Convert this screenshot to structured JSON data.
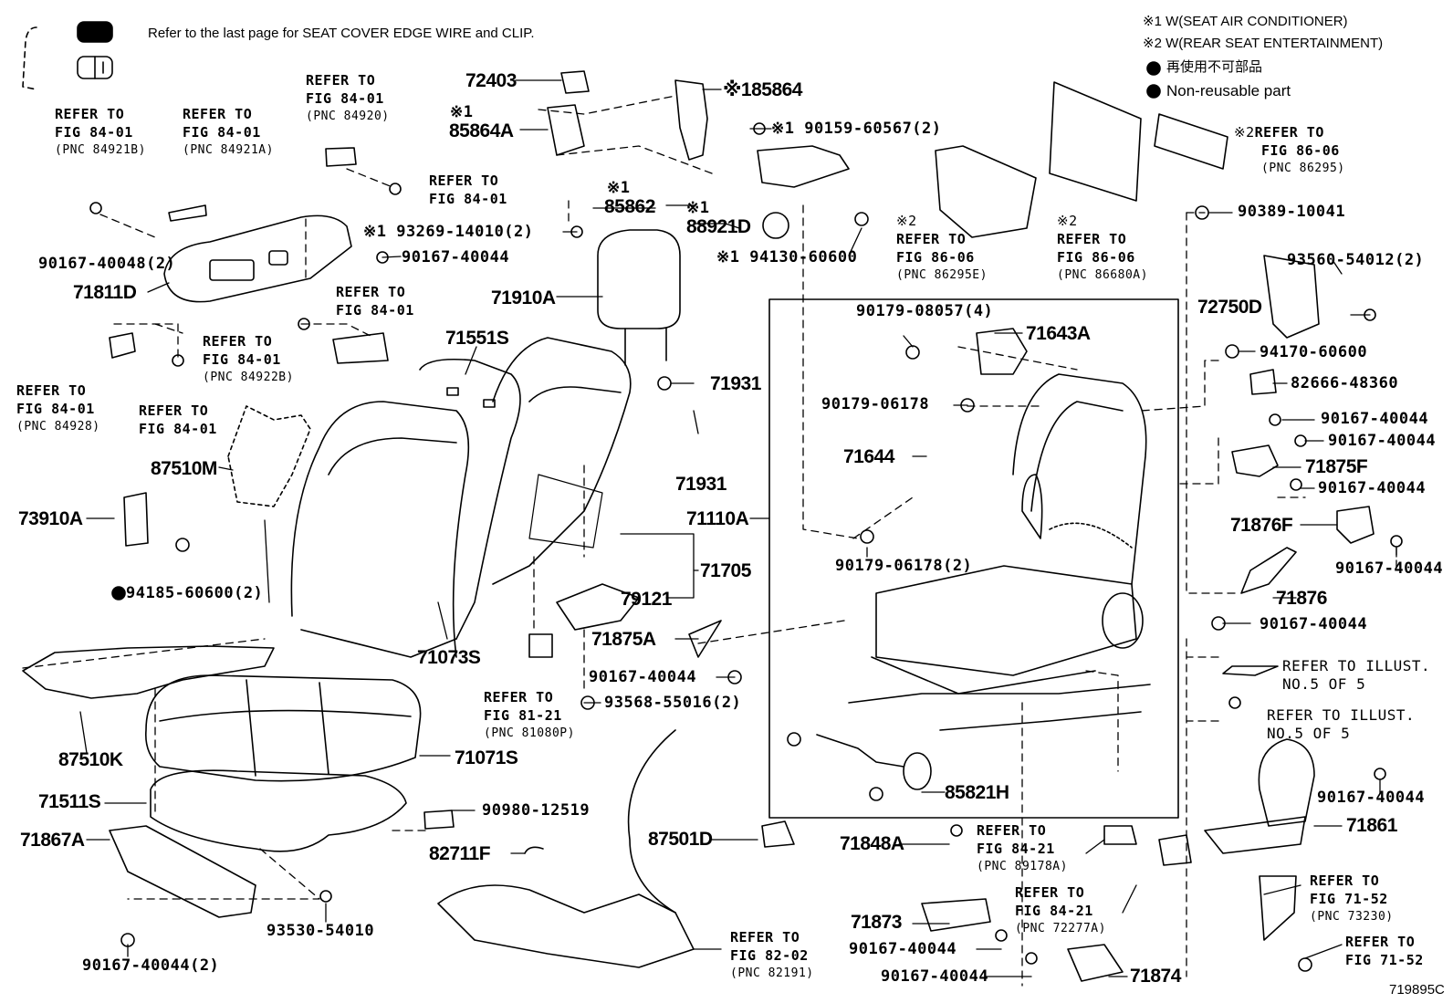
{
  "header": {
    "note": "Refer to the last page for SEAT COVER EDGE WIRE and CLIP.",
    "legend": [
      "※1 W(SEAT AIR CONDITIONER)",
      "※2 W(REAR SEAT ENTERTAINMENT)",
      "再使用不可部品",
      "Non-reusable part"
    ]
  },
  "illustration_id": "719895C",
  "parts": {
    "p72403": "72403",
    "p85864": "※185864",
    "p85864a_pre": "※1",
    "p85864a": "85864A",
    "p90159": "※1 90159-60567(2)",
    "p85862_pre": "※1",
    "p85862": "85862",
    "p88921_pre": "※1",
    "p88921": "88921D",
    "p93269": "※1 93269-14010(2)",
    "p94130": "※1 94130-60600",
    "p90167_a": "90167-40044",
    "p90167_48": "90167-40048(2)",
    "p71811": "71811D",
    "p71910": "71910A",
    "p71551": "71551S",
    "p71931a": "71931",
    "p71931b": "71931",
    "p87510m": "87510M",
    "p73910": "73910A",
    "p94185": "94185-60600(2)",
    "p71110": "71110A",
    "p71705": "71705",
    "p79121": "79121",
    "p71073": "71073S",
    "p71875a": "71875A",
    "p90167_b": "90167-40044",
    "p93568": "93568-55016(2)",
    "p87510k": "87510K",
    "p71071": "71071S",
    "p71511": "71511S",
    "p90980": "90980-12519",
    "p71867": "71867A",
    "p82711": "82711F",
    "p87501": "87501D",
    "p93530": "93530-54010",
    "p90167_c": "90167-40044(2)",
    "p90179_a": "90179-08057(4)",
    "p71643": "71643A",
    "p90179_b": "90179-06178",
    "p71644": "71644",
    "p90179_c": "90179-06178(2)",
    "p85821": "85821H",
    "p71848": "71848A",
    "p71873": "71873",
    "p90167_d": "90167-40044",
    "p90167_e": "90167-40044",
    "p71874": "71874",
    "p90389": "90389-10041",
    "p93560": "93560-54012(2)",
    "p72750": "72750D",
    "p94170": "94170-60600",
    "p82666": "82666-48360",
    "p90167_f": "90167-40044",
    "p90167_g": "90167-40044",
    "p71875f": "71875F",
    "p90167_h": "90167-40044",
    "p71876f": "71876F",
    "p90167_i": "90167-40044",
    "p71876": "71876",
    "p90167_j": "90167-40044",
    "p90167_k": "90167-40044",
    "p71861": "71861"
  },
  "refs": {
    "r1": {
      "l1": "REFER TO",
      "l2": "FIG 84-01",
      "pnc": "(PNC 84921B)"
    },
    "r2": {
      "l1": "REFER TO",
      "l2": "FIG 84-01",
      "pnc": "(PNC 84921A)"
    },
    "r3": {
      "l1": "REFER TO",
      "l2": "FIG 84-01",
      "pnc": "(PNC 84920)"
    },
    "r4": {
      "l1": "REFER TO",
      "l2": "FIG 84-01"
    },
    "r5": {
      "l1": "REFER TO",
      "l2": "FIG 84-01"
    },
    "r6": {
      "l1": "REFER TO",
      "l2": "FIG 84-01",
      "pnc": "(PNC 84922B)"
    },
    "r7": {
      "l1": "REFER TO",
      "l2": "FIG 84-01",
      "pnc": "(PNC 84928)"
    },
    "r8": {
      "l1": "REFER TO",
      "l2": "FIG 84-01"
    },
    "r9": {
      "pre": "※2",
      "l1": "REFER TO",
      "l2": "FIG 86-06",
      "pnc": "(PNC 86295E)"
    },
    "r10": {
      "pre": "※2",
      "l1": "REFER TO",
      "l2": "FIG 86-06",
      "pnc": "(PNC 86680A)"
    },
    "r11": {
      "pre": "※2",
      "l1": "REFER TO",
      "l2": "FIG 86-06",
      "pnc": "(PNC 86295)"
    },
    "r12": {
      "l1": "REFER TO",
      "l2": "FIG 81-21",
      "pnc": "(PNC 81080P)"
    },
    "r13": {
      "l1": "REFER TO",
      "l2": "FIG 82-02",
      "pnc": "(PNC 82191)"
    },
    "r14": {
      "l1": "REFER TO",
      "l2": "FIG 84-21",
      "pnc": "(PNC 89178A)"
    },
    "r15": {
      "l1": "REFER TO",
      "l2": "FIG 84-21",
      "pnc": "(PNC 72277A)"
    },
    "r16": {
      "l1": "REFER TO ILLUST.",
      "l2": "NO.5 OF 5"
    },
    "r17": {
      "l1": "REFER TO ILLUST.",
      "l2": "NO.5 OF 5"
    },
    "r18": {
      "l1": "REFER TO",
      "l2": "FIG 71-52",
      "pnc": "(PNC 73230)"
    },
    "r19": {
      "l1": "REFER TO",
      "l2": "FIG 71-52"
    }
  }
}
